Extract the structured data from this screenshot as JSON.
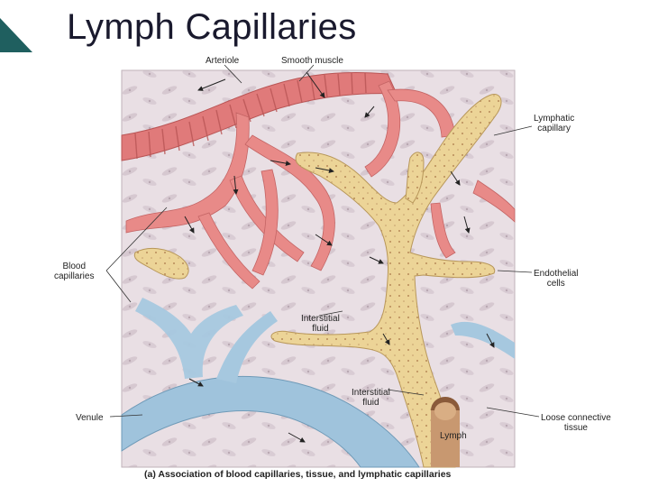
{
  "slide": {
    "title": "Lymph Capillaries"
  },
  "figure": {
    "labels": {
      "arteriole": "Arteriole",
      "smooth_muscle": "Smooth muscle",
      "lymphatic_capillary_1": "Lymphatic",
      "lymphatic_capillary_2": "capillary",
      "blood_capillaries_1": "Blood",
      "blood_capillaries_2": "capillaries",
      "endothelial_cells_1": "Endothelial",
      "endothelial_cells_2": "cells",
      "interstitial_fluid_1a": "Interstitial",
      "interstitial_fluid_1b": "fluid",
      "interstitial_fluid_2a": "Interstitial",
      "interstitial_fluid_2b": "fluid",
      "venule": "Venule",
      "loose_connective_1": "Loose connective",
      "loose_connective_2": "tissue",
      "lymph": "Lymph"
    },
    "caption": "(a) Association of blood capillaries, tissue, and lymphatic capillaries"
  },
  "colors": {
    "accent_tab": "#1f5f5f",
    "tissue": "#e9dfe4",
    "artery": "#e07a7a",
    "vein": "#9fc3dc",
    "lymph": "#ecd497"
  }
}
